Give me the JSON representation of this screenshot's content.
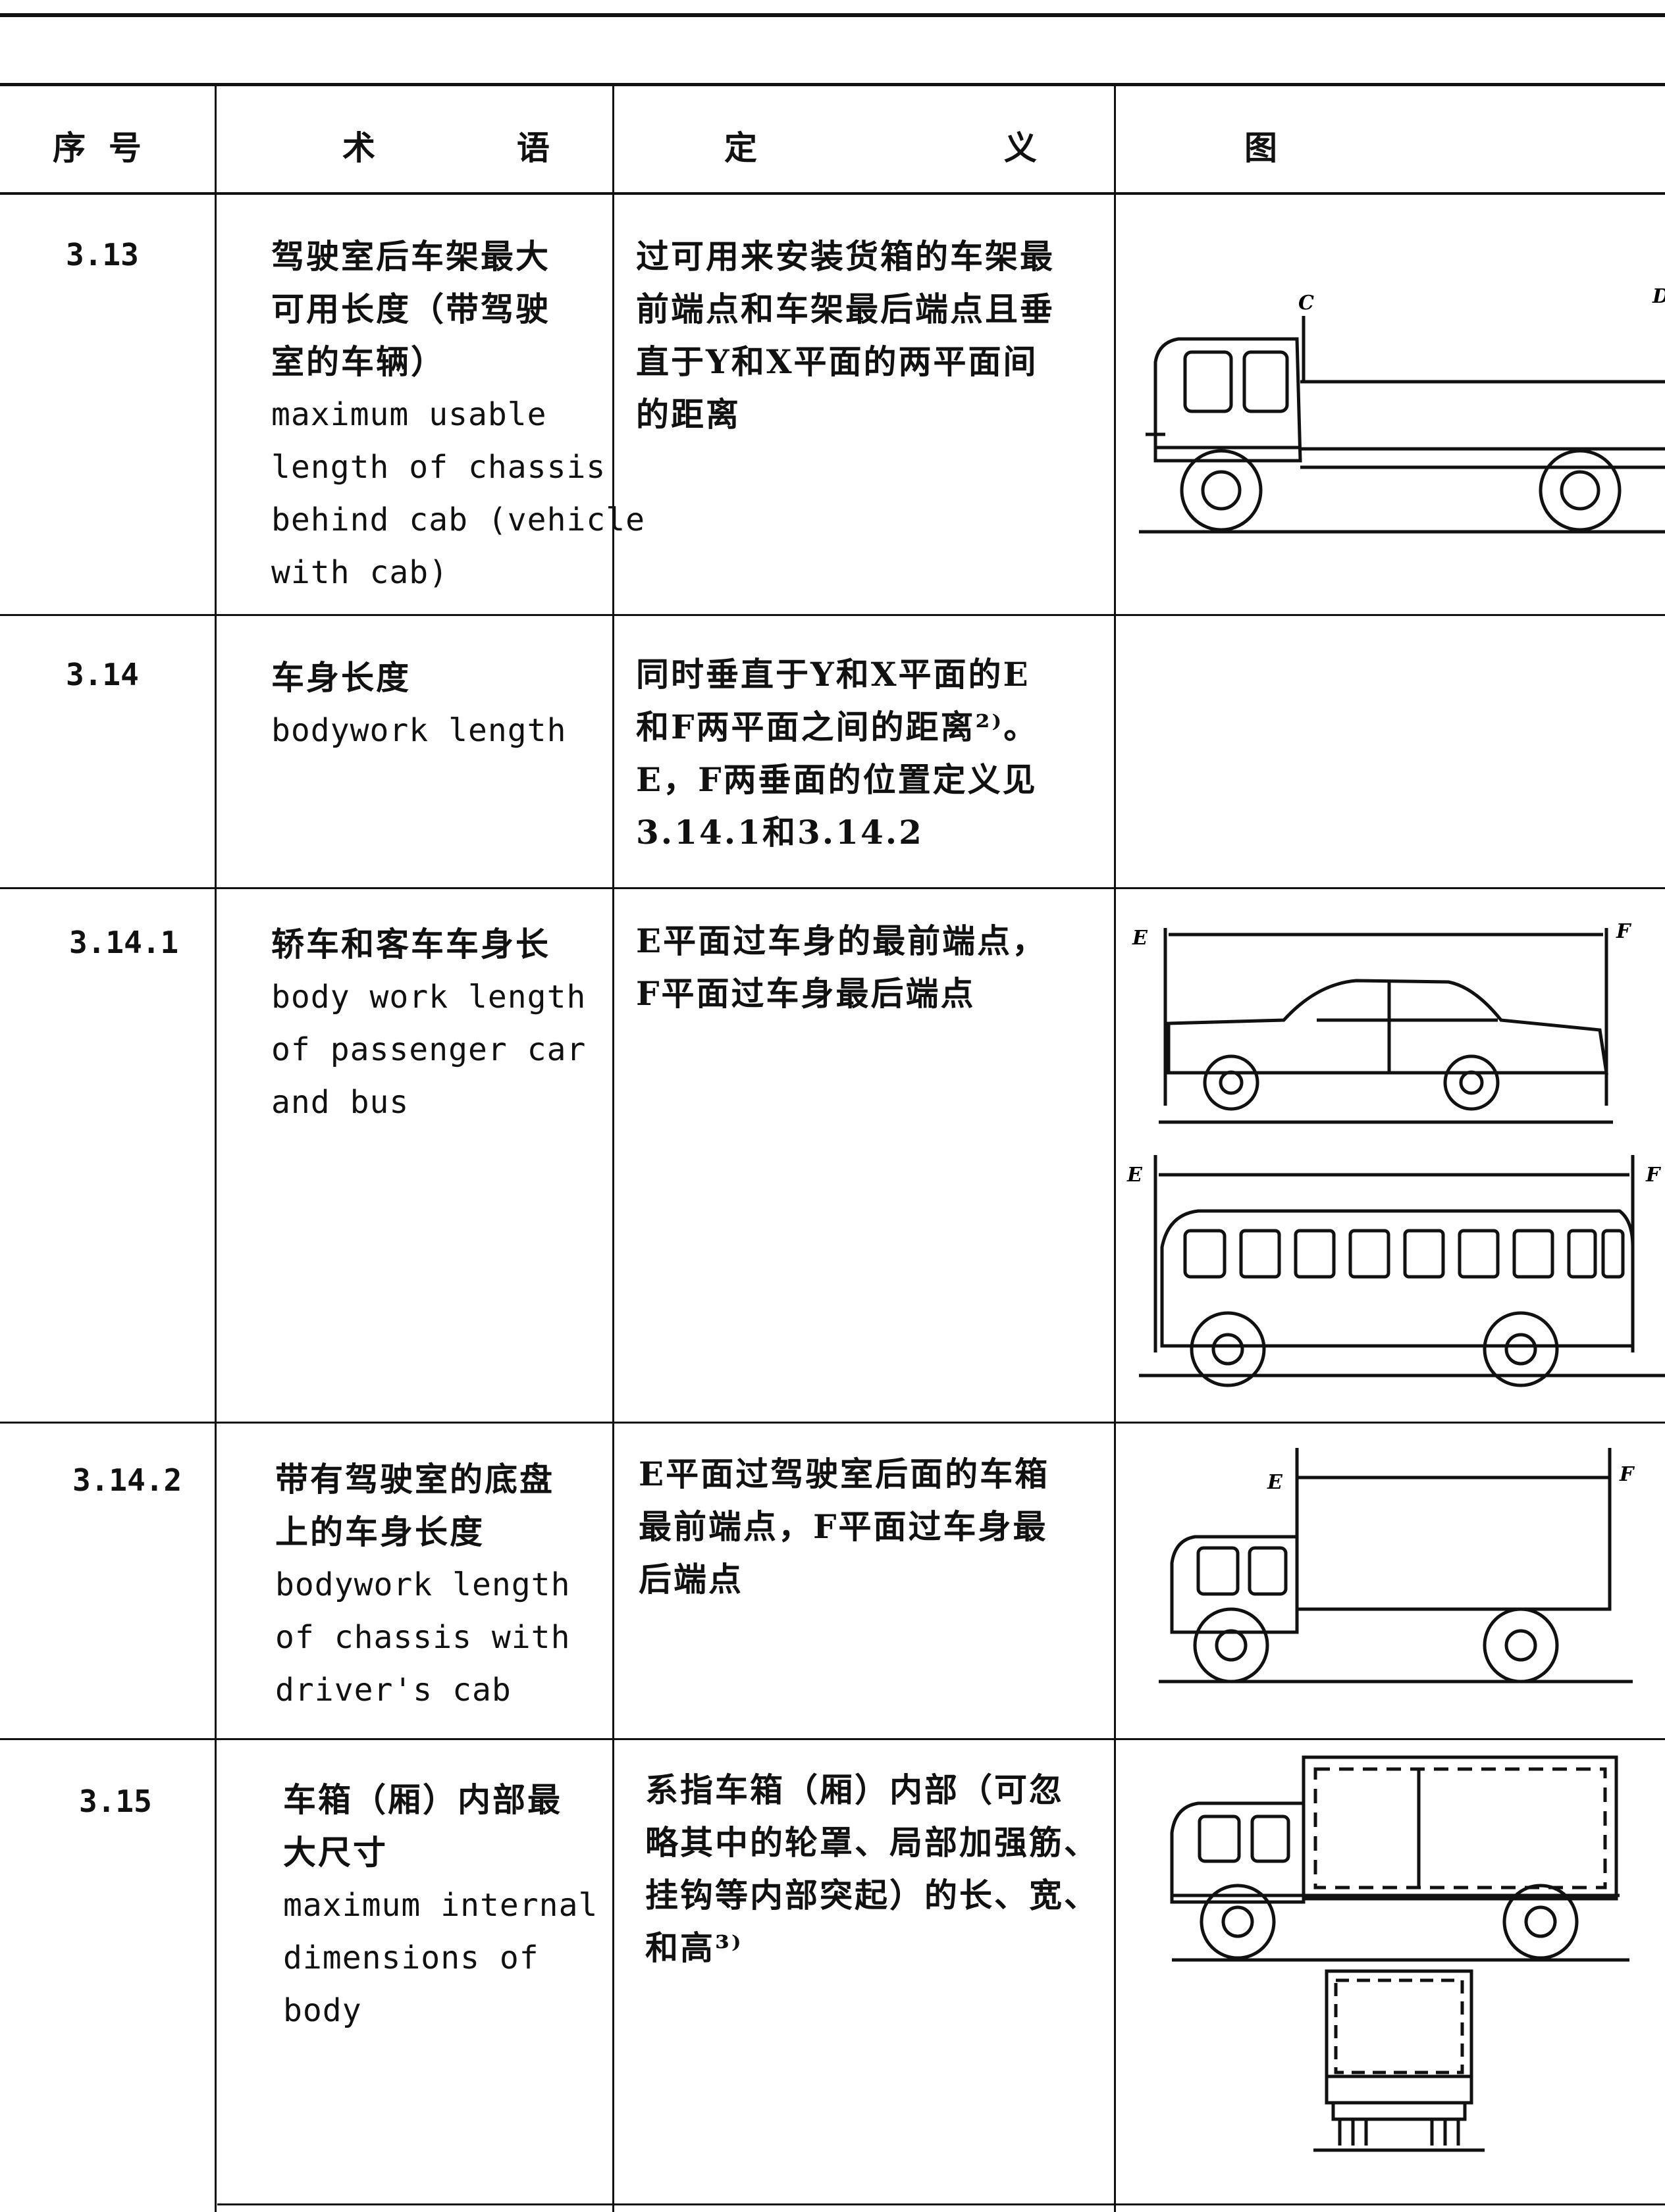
{
  "header": {
    "col_no": "序  号",
    "col_term": "术  语",
    "col_def": "定  义",
    "col_fig": "图  示"
  },
  "rows": [
    {
      "no": "3.13",
      "term_zh": [
        "驾驶室后车架最大",
        "可用长度（带驾驶",
        "室的车辆）"
      ],
      "term_en": [
        "maximum usable",
        "length of chassis",
        "behind cab (vehicle",
        "with cab)"
      ],
      "definition": [
        "过可用来安装货箱的车架最",
        "前端点和车架最后端点且垂",
        "直于Y和X平面的两平面间",
        "的距离"
      ],
      "fig_labels": [
        "C",
        "D"
      ]
    },
    {
      "no": "3.14",
      "term_zh": [
        "车身长度"
      ],
      "term_en": [
        "bodywork length"
      ],
      "definition": [
        "同时垂直于Y和X平面的E",
        "和F两平面之间的距离²⁾。",
        "E，F两垂面的位置定义见",
        "3.14.1和3.14.2"
      ]
    },
    {
      "no": "3.14.1",
      "term_zh": [
        "轿车和客车车身长"
      ],
      "term_en": [
        "body work length",
        "of passenger car",
        "and bus"
      ],
      "definition": [
        "E平面过车身的最前端点，",
        "F平面过车身最后端点"
      ],
      "fig_labels": [
        "E",
        "F"
      ]
    },
    {
      "no": "3.14.2",
      "term_zh": [
        "带有驾驶室的底盘",
        "上的车身长度"
      ],
      "term_en": [
        "bodywork length",
        "of chassis with",
        "driver's cab"
      ],
      "definition": [
        "E平面过驾驶室后面的车箱",
        "最前端点，F平面过车身最",
        "后端点"
      ],
      "fig_labels": [
        "E",
        "F"
      ]
    },
    {
      "no": "3.15",
      "term_zh": [
        "车箱（厢）内部最",
        "大尺寸"
      ],
      "term_en": [
        "maximum internal",
        "dimensions of",
        "body"
      ],
      "definition": [
        "系指车箱（厢）内部（可忽",
        "略其中的轮罩、局部加强筋、",
        "挂钩等内部突起）的长、宽、",
        "和高³⁾"
      ]
    }
  ]
}
